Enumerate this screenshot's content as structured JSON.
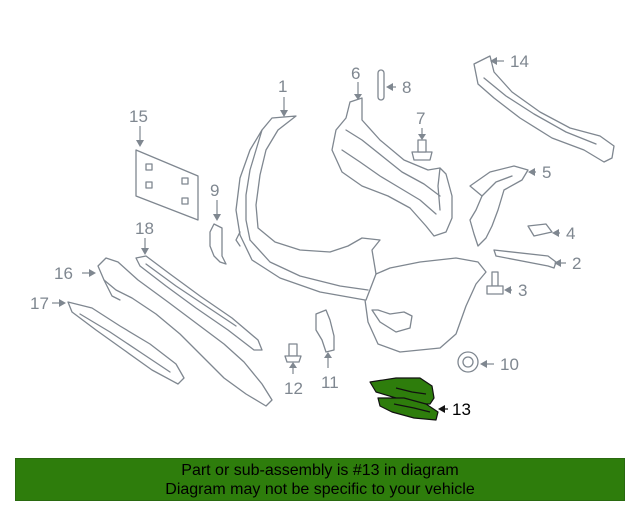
{
  "diagram": {
    "callouts": [
      "1",
      "2",
      "3",
      "4",
      "5",
      "6",
      "7",
      "8",
      "9",
      "10",
      "11",
      "12",
      "13",
      "14",
      "15",
      "16",
      "17",
      "18"
    ],
    "highlighted_part": "13",
    "highlight_color": "#2e7d0c",
    "line_color": "#7f8790"
  },
  "banner": {
    "line1": "Part or sub-assembly is #13 in diagram",
    "line2": "Diagram may not be specific to your vehicle",
    "background": "#2e7d0c"
  }
}
